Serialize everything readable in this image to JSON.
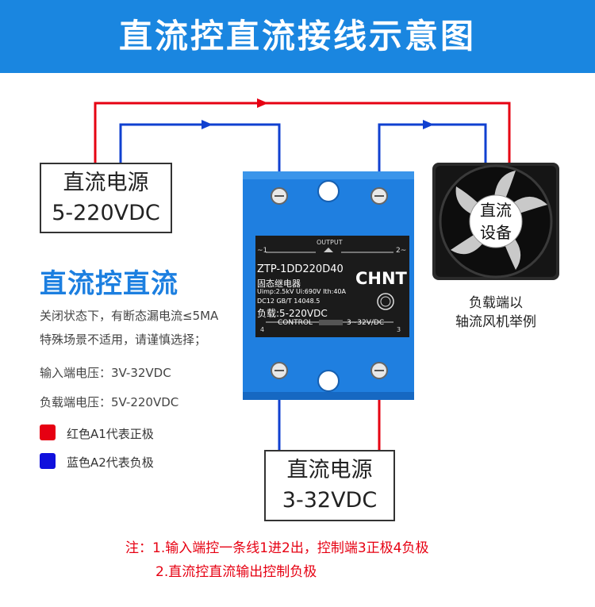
{
  "header": {
    "title": "直流控直流接线示意图"
  },
  "source_top": {
    "line1": "直流电源",
    "line2": "5-220VDC"
  },
  "source_bottom": {
    "line1": "直流电源",
    "line2": "3-32VDC"
  },
  "side": {
    "title": "直流控直流",
    "line1": "关闭状态下，有断态漏电流≤5MA",
    "line2": "特殊场景不适用，请谨慎选择；",
    "input_voltage": "输入端电压：3V-32VDC",
    "load_voltage": "负载端电压：5V-220VDC",
    "legend_red": "红色A1代表正极",
    "legend_blue": "蓝色A2代表负极"
  },
  "relay": {
    "output_label": "OUTPUT",
    "term1": "~1",
    "term2": "2~",
    "model": "ZTP-1DD220D40",
    "brand": "CHNT",
    "name": "固态继电器",
    "spec1": "Uimp:2.5kV Ui:690V Ith:40A",
    "spec2": "DC12 GB/T 14048.5",
    "load": "负载:5-220VDC",
    "control_label": "CONTROL",
    "control_range": "3~32V/DC",
    "term4": "4",
    "term3": "3"
  },
  "fan": {
    "label_line1": "直流",
    "label_line2": "设备"
  },
  "fan_caption": {
    "line1": "负载端以",
    "line2": "轴流风机举例"
  },
  "notes": {
    "line1": "注：1.输入端控一条线1进2出，控制端3正极4负极",
    "line2": "2.直流控直流输出控制负极"
  },
  "colors": {
    "header": "#1a86e0",
    "red": "#e60012",
    "blue": "#1040d0",
    "relay": "#1f7fe0"
  }
}
